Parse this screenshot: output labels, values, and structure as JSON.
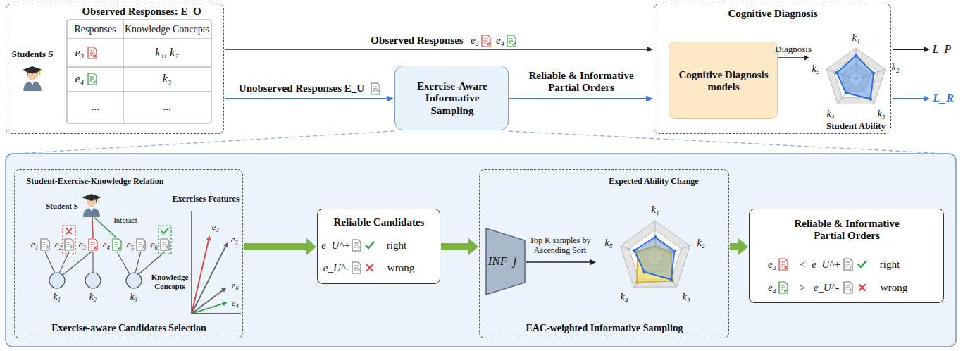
{
  "diagram": {
    "nodes": [
      {
        "text": [
          "Observed Responses: E_O"
        ]
      },
      {
        "text": [
          "Exercise-Aware Informative Sampling"
        ]
      },
      {
        "text": [
          "Cognitive Diagnosis"
        ]
      },
      {
        "text": [
          "Cognitive Diagnosis models"
        ],
        "in": 2
      },
      {
        "text": [
          "Exercise-aware Candidates Selection"
        ]
      },
      {
        "text": [
          "Reliable Candidates",
          "e_U^+",
          "right",
          "e_U^-",
          "wrong"
        ]
      },
      {
        "text": [
          "EAC-weighted Informative Sampling"
        ]
      },
      {
        "text": [
          "INF_j"
        ],
        "in": 6
      },
      {
        "text": [
          "Reliable & Informative Partial Orders",
          "e₃",
          "<",
          "e_U^+",
          "right",
          "e₄",
          ">",
          "e_U^-",
          "wrong"
        ]
      }
    ],
    "edges": [
      {
        "from": 0,
        "to": 2,
        "arrow": "to",
        "label": "Observed Responses"
      },
      {
        "from": 0,
        "to": 1,
        "arrow": "to",
        "label": "Unobserved Responses E_U"
      },
      {
        "from": 1,
        "to": 2,
        "arrow": "to",
        "label": "Reliable & Informative Partial Orders"
      },
      {
        "from": 4,
        "to": 5,
        "arrow": "to"
      },
      {
        "from": 5,
        "to": 6,
        "arrow": "to"
      },
      {
        "from": 6,
        "to": 8,
        "arrow": "to"
      }
    ],
    "labels": [
      "Students S",
      "Responses",
      "Knowledge Concepts",
      "e₃",
      "k₁, k₂",
      "e₄",
      "k₃",
      "...",
      "...",
      "e₃",
      "e₄",
      "Diagnosis",
      "k₁",
      "k₂",
      "k₃",
      "k₄",
      "k₅",
      "Student Ability",
      "L_P",
      "L_R",
      "Student-Exercise-Knowledge Relation",
      "Student S",
      "Interact",
      "e₁",
      "e₂",
      "e₃",
      "e₄",
      "e₅",
      "e₆",
      "k₁",
      "k₂",
      "k₃",
      "Knowledge Concepts",
      "Exercises Features",
      "e₃",
      "e₅",
      "e₆",
      "e₄",
      "Top K samples by Ascending Sort",
      "Expected Ability Change",
      "k₁",
      "k₂",
      "k₃",
      "k₄",
      "k₅"
    ]
  }
}
